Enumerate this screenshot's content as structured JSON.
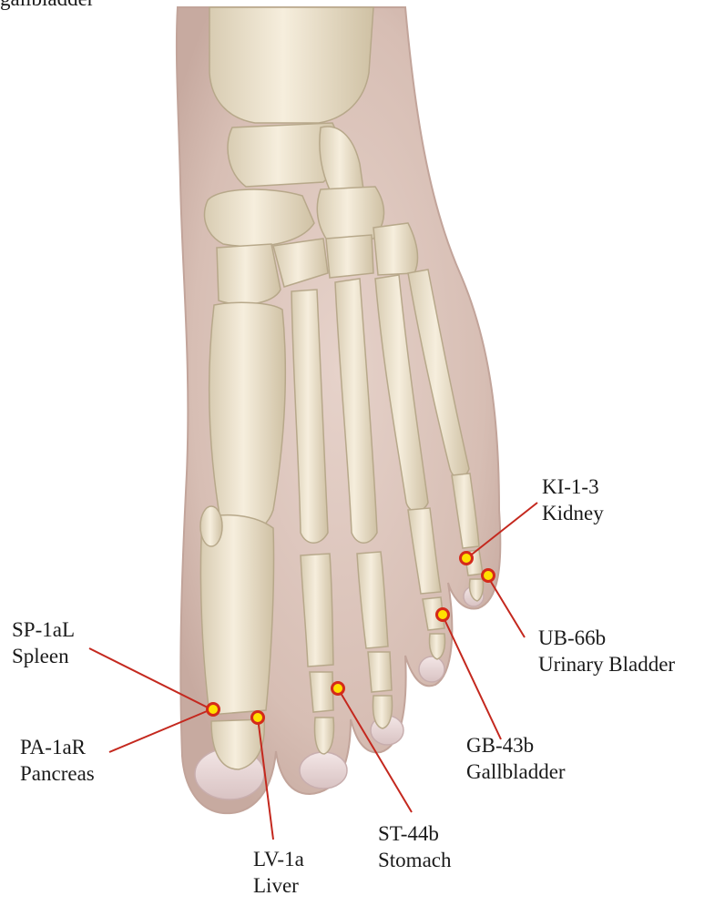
{
  "colors": {
    "skin": "#dcc4bc",
    "skin_shadow": "#c4a79d",
    "bone": "#f1e7d3",
    "bone_edge": "#b7a88a",
    "point_fill": "#ffe000",
    "point_ring": "#d42a1a",
    "leader": "#c4281e"
  },
  "clipped_text": "gallbladder",
  "points": [
    {
      "code": "KI-1-3",
      "organ": "Kidney"
    },
    {
      "code": "UB-66b",
      "organ": "Urinary Bladder"
    },
    {
      "code": "SP-1aL",
      "organ": "Spleen"
    },
    {
      "code": "GB-43b",
      "organ": "Gallbladder"
    },
    {
      "code": "PA-1aR",
      "organ": "Pancreas"
    },
    {
      "code": "ST-44b",
      "organ": "Stomach"
    },
    {
      "code": "LV-1a",
      "organ": "Liver"
    }
  ]
}
